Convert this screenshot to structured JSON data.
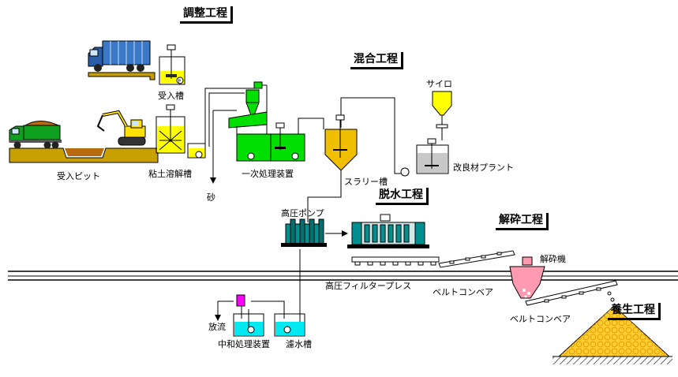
{
  "stages": {
    "adjustment": "調整工程",
    "mixing": "混合工程",
    "dewatering": "脱水工程",
    "crushing": "解砕工程",
    "curing": "養生工程"
  },
  "labels": {
    "receiving_tank": "受入槽",
    "receiving_pit": "受入ピット",
    "clay_dissolving_tank": "粘土溶解槽",
    "sand": "砂",
    "primary_treatment": "一次処理装置",
    "slurry_tank": "スラリー槽",
    "silo": "サイロ",
    "improver_plant": "改良材プラント",
    "high_pressure_pump": "高圧ポンプ",
    "filter_press": "高圧フィルタープレス",
    "belt_conveyor_1": "ベルトコンベア",
    "crusher": "解砕機",
    "belt_conveyor_2": "ベルトコンベア",
    "discharge": "放流",
    "neutralization": "中和処理装置",
    "filtrate_tank": "濾水槽"
  },
  "colors": {
    "tank_yellow": "#ffff00",
    "tank_green": "#00e000",
    "slurry_orange": "#f0c000",
    "water_cyan": "#00e8f0",
    "ground_brown": "#c8a000",
    "press_teal": "#009090",
    "crusher_pink": "#ff9ab0",
    "curing_pile": "#ffcc33",
    "truck_blue": "#3a78c8",
    "truck_green": "#10a020",
    "reagent_magenta": "#ff00ff"
  }
}
